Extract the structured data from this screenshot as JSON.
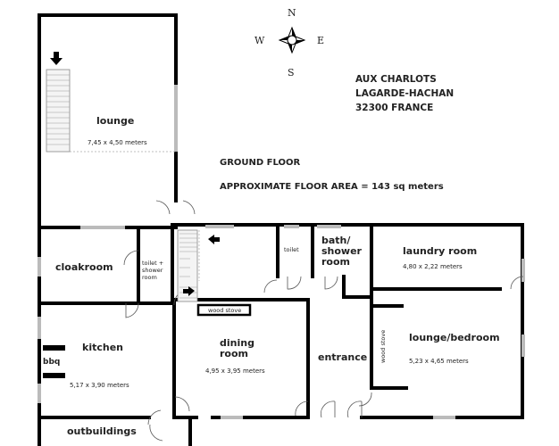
{
  "title": {
    "floor": "GROUND FLOOR",
    "area": "APPROXIMATE FLOOR AREA  =  143 sq meters"
  },
  "address": {
    "line1": "AUX CHARLOTS",
    "line2": "LAGARDE-HACHAN",
    "line3": "32300 FRANCE"
  },
  "compass": {
    "n": "N",
    "s": "S",
    "e": "E",
    "w": "W"
  },
  "rooms": {
    "lounge": {
      "name": "lounge",
      "dims": "7,45 x 4,50 meters"
    },
    "cloakroom": {
      "name": "cloakroom"
    },
    "toilet_shower": {
      "line1": "toilet +",
      "line2": "shower",
      "line3": "room"
    },
    "kitchen": {
      "name": "kitchen",
      "dims": "5,17 x 3,90 meters",
      "bbq": "bbq"
    },
    "dining": {
      "line1": "dining",
      "line2": "room",
      "dims": "4,95 x 3,95 meters",
      "stove": "wood stove"
    },
    "toilet": {
      "name": "toilet"
    },
    "bath": {
      "line1": "bath/",
      "line2": "shower",
      "line3": "room"
    },
    "entrance": {
      "name": "entrance"
    },
    "laundry": {
      "name": "laundry room",
      "dims": "4,80 x 2,22 meters"
    },
    "lounge_bedroom": {
      "name": "lounge/bedroom",
      "dims": "5,23 x 4,65 meters",
      "stove": "wood stove"
    },
    "outbuildings": {
      "name": "outbuildings"
    }
  }
}
